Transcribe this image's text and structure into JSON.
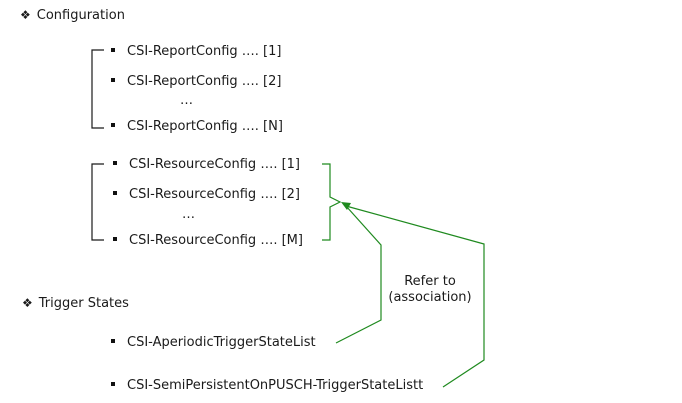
{
  "sections": {
    "configuration": {
      "bullet": "❖",
      "title": "Configuration"
    },
    "trigger_states": {
      "bullet": "❖",
      "title": "Trigger States"
    }
  },
  "report_configs": {
    "items": [
      "CSI-ReportConfig …. [1]",
      "CSI-ReportConfig …. [2]",
      "CSI-ReportConfig …. [N]"
    ],
    "ellipsis": "…"
  },
  "resource_configs": {
    "items": [
      "CSI-ResourceConfig …. [1]",
      "CSI-ResourceConfig …. [2]",
      "CSI-ResourceConfig …. [M]"
    ],
    "ellipsis": "…"
  },
  "trigger_lists": {
    "aperiodic": "CSI-AperiodicTriggerStateList",
    "semi_persistent": "CSI-SemiPersistentOnPUSCH-TriggerStateListt"
  },
  "annotation": {
    "line1": "Refer to",
    "line2": "(association)"
  },
  "colors": {
    "arrow": "#1f8a1f",
    "bracket": "#1a1a1a",
    "text": "#1a1a1a"
  }
}
